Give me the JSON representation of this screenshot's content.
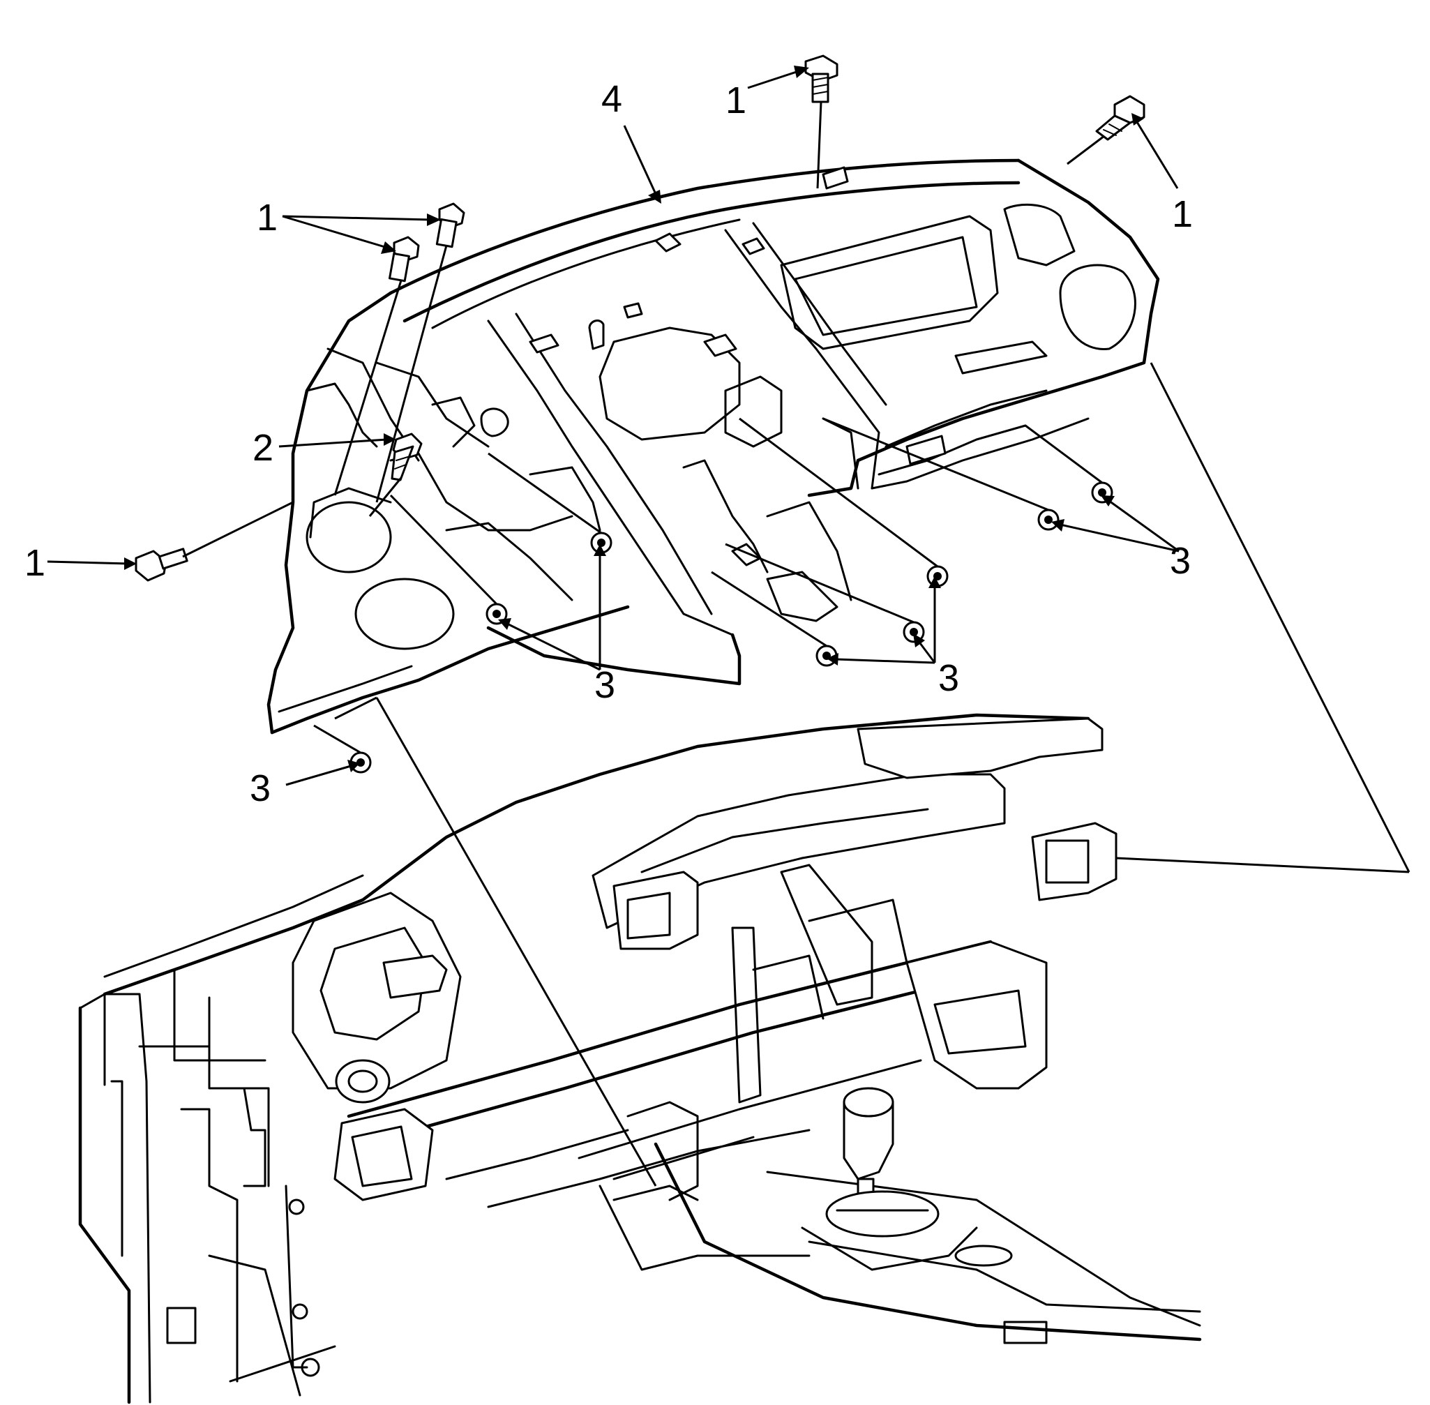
{
  "diagram": {
    "callouts": {
      "fastener_bolt": "1",
      "fastener_screw": "2",
      "fastener_nut": "3",
      "instrument_panel_carrier": "4"
    }
  }
}
